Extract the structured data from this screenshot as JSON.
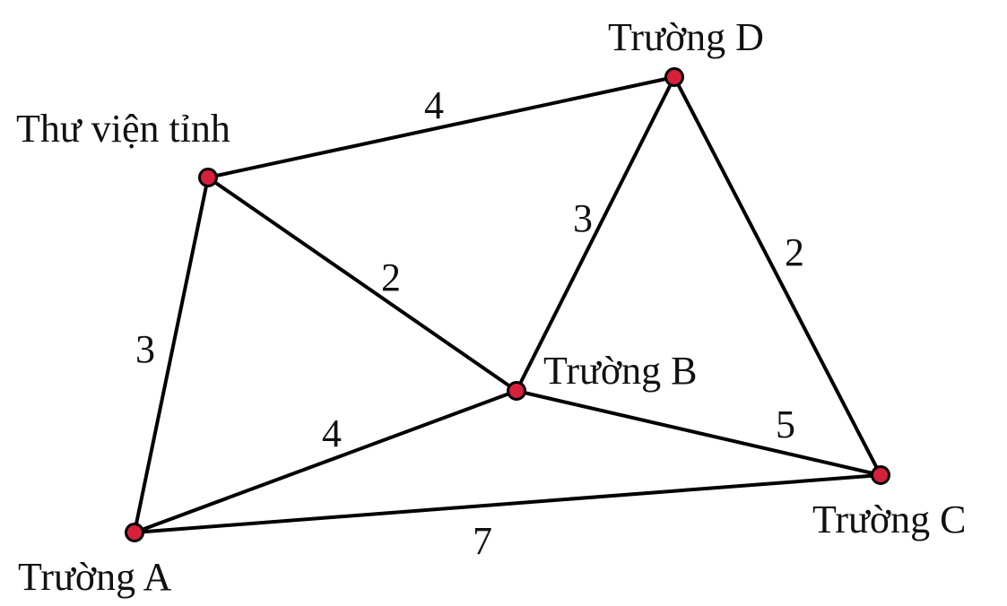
{
  "nodes": [
    {
      "id": "tv",
      "label": "Thư viện tỉnh"
    },
    {
      "id": "D",
      "label": "Trường D"
    },
    {
      "id": "B",
      "label": "Trường B"
    },
    {
      "id": "C",
      "label": "Trường C"
    },
    {
      "id": "A",
      "label": "Trường A"
    }
  ],
  "edges": [
    {
      "from": "tv",
      "to": "D",
      "weight": "4"
    },
    {
      "from": "tv",
      "to": "B",
      "weight": "2"
    },
    {
      "from": "tv",
      "to": "A",
      "weight": "3"
    },
    {
      "from": "D",
      "to": "B",
      "weight": "3"
    },
    {
      "from": "D",
      "to": "C",
      "weight": "2"
    },
    {
      "from": "B",
      "to": "C",
      "weight": "5"
    },
    {
      "from": "A",
      "to": "B",
      "weight": "4"
    },
    {
      "from": "A",
      "to": "C",
      "weight": "7"
    }
  ],
  "colors": {
    "node_fill": "#d7213c",
    "stroke": "#000000"
  }
}
